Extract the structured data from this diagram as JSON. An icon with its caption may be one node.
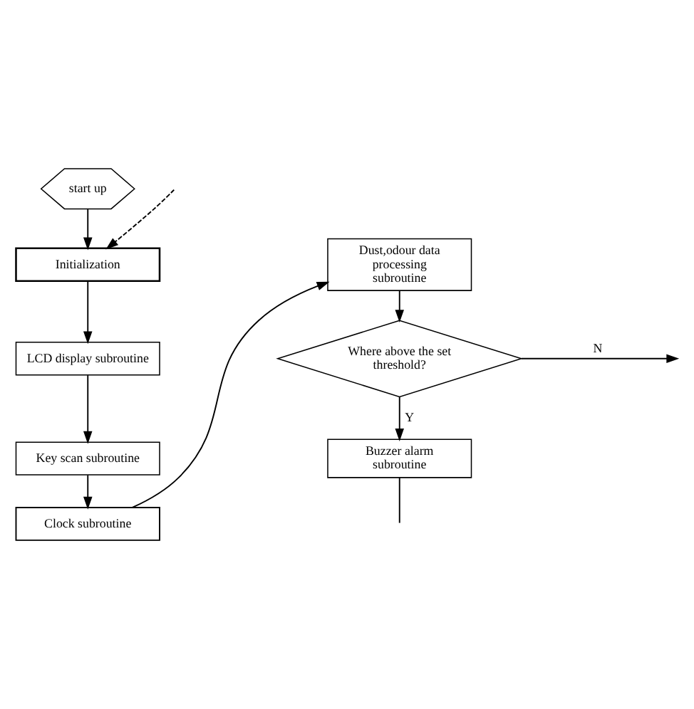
{
  "diagram": {
    "nodes": [
      {
        "text": [
          "start up"
        ]
      },
      {
        "text": [
          "Initialization"
        ]
      },
      {
        "text": [
          "LCD display subroutine"
        ]
      },
      {
        "text": [
          "Key scan subroutine"
        ]
      },
      {
        "text": [
          "Clock subroutine"
        ]
      },
      {
        "text": [
          "Dust,odour data processing subroutine"
        ]
      },
      {
        "text": [
          "Where above the set threshold?"
        ]
      },
      {
        "text": [
          "Buzzer alarm subroutine"
        ]
      }
    ],
    "edges": [
      {
        "from": 0,
        "to": 1,
        "arrow": "to"
      },
      {
        "from": null,
        "to": 1,
        "arrow": "to",
        "style": "dashed"
      },
      {
        "from": 1,
        "to": 2,
        "arrow": "to"
      },
      {
        "from": 2,
        "to": 3,
        "arrow": "to"
      },
      {
        "from": 3,
        "to": 4,
        "arrow": "to"
      },
      {
        "from": 4,
        "to": 5,
        "arrow": "to"
      },
      {
        "from": 5,
        "to": 6,
        "arrow": "to"
      },
      {
        "from": 6,
        "to": null,
        "arrow": "to",
        "label": "N"
      },
      {
        "from": 6,
        "to": 7,
        "arrow": "to",
        "label": "Y"
      },
      {
        "from": 7,
        "to": null,
        "arrow": "none"
      }
    ]
  }
}
